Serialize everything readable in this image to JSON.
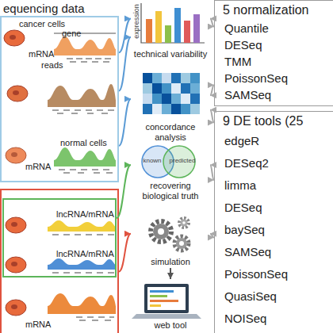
{
  "diagram": {
    "nodes": [
      {
        "text": [
          "equencing data",
          "cancer cells",
          "gene",
          "mRNA",
          "reads",
          "normal cells",
          "mRNA"
        ]
      },
      {
        "text": [
          "mRNA"
        ]
      },
      {
        "text": [
          "lncRNA/mRNA",
          "lncRNA/mRNA"
        ],
        "in": 1
      },
      {
        "text": [
          "technical variability"
        ]
      },
      {
        "text": [
          "concordance analysis"
        ]
      },
      {
        "text": [
          "recovering biological truth"
        ]
      },
      {
        "text": [
          "simulation"
        ]
      },
      {
        "text": [
          "web tool"
        ]
      },
      {
        "text": [
          "5 normalization",
          "Quantile",
          "DESeq",
          "TMM",
          "PoissonSeq",
          "SAMSeq"
        ]
      },
      {
        "text": [
          "9 DE tools (25",
          "edgeR",
          "DESeq2",
          "limma",
          "DESeq",
          "baySeq",
          "SAMSeq",
          "PoissonSeq",
          "QuasiSeq",
          "NOISeq"
        ]
      }
    ],
    "edges": [
      {
        "from": 0,
        "to": 3,
        "arrow": "to"
      },
      {
        "from": 0,
        "to": 3,
        "arrow": "to"
      },
      {
        "from": 0,
        "to": 4,
        "arrow": "to"
      },
      {
        "from": 2,
        "to": 5,
        "arrow": "to"
      },
      {
        "from": 1,
        "to": 6,
        "arrow": "to"
      },
      {
        "from": 8,
        "to": 3,
        "arrow": "both"
      },
      {
        "from": 8,
        "to": 4,
        "arrow": "both"
      },
      {
        "from": 9,
        "to": 4,
        "arrow": "both"
      },
      {
        "from": 9,
        "to": 5,
        "arrow": "both"
      },
      {
        "from": 9,
        "to": 6,
        "arrow": "both"
      },
      {
        "from": 6,
        "to": 7,
        "arrow": "to"
      }
    ],
    "labels": [
      "expression",
      "known",
      "predicted"
    ]
  }
}
